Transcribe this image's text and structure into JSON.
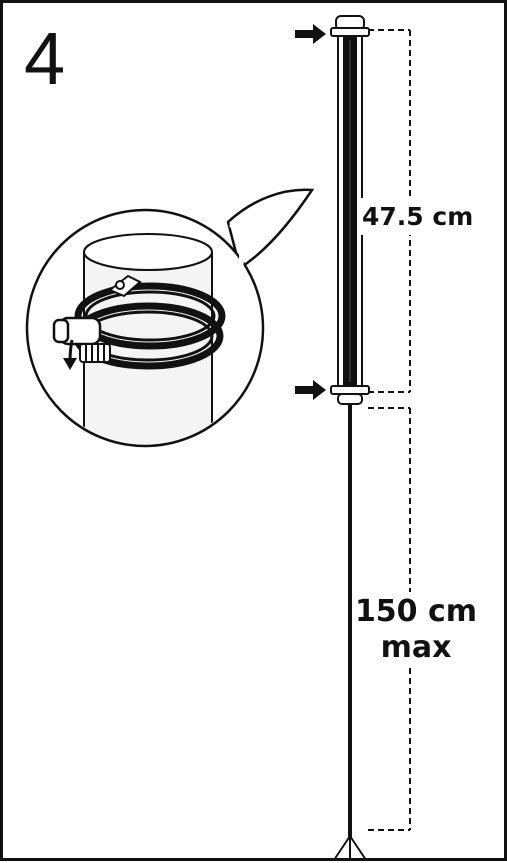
{
  "step_number": "4",
  "dimensions": {
    "upper": "47.5 cm",
    "lower_line1": "150 cm",
    "lower_line2": "max"
  },
  "colors": {
    "line": "#111111",
    "background": "#ffffff",
    "pole": "#f4f4f4"
  },
  "icons": [
    "arrow-right-icon",
    "clamp-detail-callout",
    "antenna-tube-icon",
    "cable-icon"
  ]
}
